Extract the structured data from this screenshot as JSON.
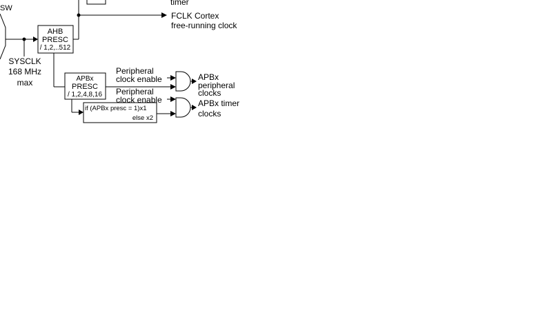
{
  "labels": {
    "sw": "SW",
    "timer": "timer",
    "sysclk": "SYSCLK",
    "sysclk_freq": "168 MHz",
    "sysclk_max": "max",
    "fclk_line1": "FCLK Cortex",
    "fclk_line2": "free-running clock"
  },
  "ahb": {
    "line1": "AHB",
    "line2": "PRESC",
    "line3": "/ 1,2,..512"
  },
  "apbx": {
    "line1": "APBx",
    "line2": "PRESC",
    "line3": "/ 1,2,4,8,16"
  },
  "timer_cond": {
    "line1": "if (APBx presc = 1)x1",
    "line2": "else x2"
  },
  "peripheral_enable_1": {
    "line1": "Peripheral",
    "line2": "clock enable"
  },
  "peripheral_enable_2": {
    "line1": "Peripheral",
    "line2": "clock enable"
  },
  "apbx_peripheral": {
    "line1": "APBx",
    "line2": "peripheral",
    "line3": "clocks"
  },
  "apbx_timer": {
    "line1": "APBx timer",
    "line2": "clocks"
  }
}
